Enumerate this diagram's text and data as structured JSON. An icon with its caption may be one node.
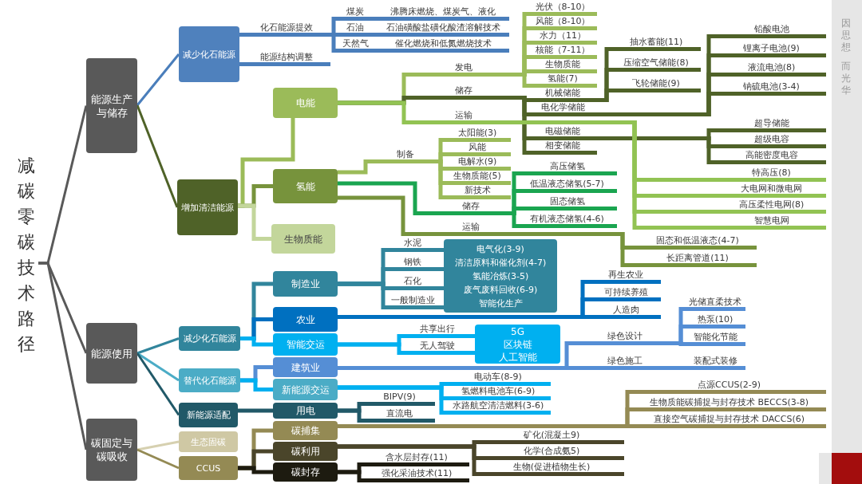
{
  "diagram": {
    "nodes": [
      {
        "text": [
          "减碳零碳技术路径"
        ]
      },
      {
        "text": [
          "能源生产与储存"
        ]
      },
      {
        "text": [
          "减少化石能源"
        ]
      },
      {
        "text": [
          "化石能源提效"
        ]
      },
      {
        "text": [
          "煤炭"
        ]
      },
      {
        "text": [
          "沸腾床燃烧、煤炭气、液化"
        ]
      },
      {
        "text": [
          "石油"
        ]
      },
      {
        "text": [
          "石油磺酸盐磺化酸渣溶解技术"
        ]
      },
      {
        "text": [
          "天然气"
        ]
      },
      {
        "text": [
          "催化燃烧和低氮燃烧技术"
        ]
      },
      {
        "text": [
          "能源结构调整"
        ]
      },
      {
        "text": [
          "增加清洁能源"
        ]
      },
      {
        "text": [
          "电能"
        ]
      },
      {
        "text": [
          "发电"
        ]
      },
      {
        "text": [
          "光伏（8-10）"
        ]
      },
      {
        "text": [
          "风能（8-10）"
        ]
      },
      {
        "text": [
          "水力（11）"
        ]
      },
      {
        "text": [
          "核能（7-11）"
        ]
      },
      {
        "text": [
          "生物质能"
        ]
      },
      {
        "text": [
          "氢能(7)"
        ]
      },
      {
        "text": [
          "储存"
        ]
      },
      {
        "text": [
          "机械储能"
        ]
      },
      {
        "text": [
          "抽水蓄能(11)"
        ]
      },
      {
        "text": [
          "压缩空气储能(8)"
        ]
      },
      {
        "text": [
          "飞轮储能(9)"
        ]
      },
      {
        "text": [
          "电化学储能"
        ]
      },
      {
        "text": [
          "铅酸电池"
        ]
      },
      {
        "text": [
          "锂离子电池(9)"
        ]
      },
      {
        "text": [
          "液流电池(8)"
        ]
      },
      {
        "text": [
          "钠硫电池(3-4)"
        ]
      },
      {
        "text": [
          "电磁储能"
        ]
      },
      {
        "text": [
          "超导储能"
        ]
      },
      {
        "text": [
          "超级电容"
        ]
      },
      {
        "text": [
          "高能密度电容"
        ]
      },
      {
        "text": [
          "相变储能"
        ]
      },
      {
        "text": [
          "运输"
        ]
      },
      {
        "text": [
          "特高压(8)"
        ]
      },
      {
        "text": [
          "大电网和微电网"
        ]
      },
      {
        "text": [
          "高压柔性电网(8)"
        ]
      },
      {
        "text": [
          "智慧电网"
        ]
      },
      {
        "text": [
          "氢能"
        ]
      },
      {
        "text": [
          "制备"
        ]
      },
      {
        "text": [
          "太阳能(3)"
        ]
      },
      {
        "text": [
          "风能"
        ]
      },
      {
        "text": [
          "电解水(9)"
        ]
      },
      {
        "text": [
          "生物质能(5)"
        ]
      },
      {
        "text": [
          "新技术"
        ]
      },
      {
        "text": [
          "储存"
        ]
      },
      {
        "text": [
          "高压储氢"
        ]
      },
      {
        "text": [
          "低温液态储氢(5-7)"
        ]
      },
      {
        "text": [
          "固态储氢"
        ]
      },
      {
        "text": [
          "有机液态储氢(4-6)"
        ]
      },
      {
        "text": [
          "运输"
        ]
      },
      {
        "text": [
          "固态和低温液态(4-7)"
        ]
      },
      {
        "text": [
          "长距离管道(11)"
        ]
      },
      {
        "text": [
          "生物质能"
        ]
      },
      {
        "text": [
          "能源使用"
        ]
      },
      {
        "text": [
          "减少化石能源"
        ]
      },
      {
        "text": [
          "制造业"
        ]
      },
      {
        "text": [
          "水泥"
        ]
      },
      {
        "text": [
          "钢铁"
        ]
      },
      {
        "text": [
          "石化"
        ]
      },
      {
        "text": [
          "一般制造业"
        ]
      },
      {
        "text": [
          "电气化(3-9)",
          "清洁原料和催化剂(4-7)",
          "氢能冶炼(3-5)",
          "废气废料回收(6-9)",
          "智能化生产"
        ]
      },
      {
        "text": [
          "农业"
        ]
      },
      {
        "text": [
          "再生农业"
        ]
      },
      {
        "text": [
          "可持续养殖"
        ]
      },
      {
        "text": [
          "人造肉"
        ]
      },
      {
        "text": [
          "智能交运"
        ]
      },
      {
        "text": [
          "共享出行"
        ]
      },
      {
        "text": [
          "无人驾驶"
        ]
      },
      {
        "text": [
          "5G",
          "区块链",
          "人工智能"
        ]
      },
      {
        "text": [
          "替代化石能源"
        ]
      },
      {
        "text": [
          "建筑业"
        ]
      },
      {
        "text": [
          "绿色设计"
        ]
      },
      {
        "text": [
          "光储直柔技术"
        ]
      },
      {
        "text": [
          "热泵(10)"
        ]
      },
      {
        "text": [
          "智能化节能"
        ]
      },
      {
        "text": [
          "绿色施工"
        ]
      },
      {
        "text": [
          "装配式装修"
        ]
      },
      {
        "text": [
          "新能源交运"
        ]
      },
      {
        "text": [
          "电动车(8-9)"
        ]
      },
      {
        "text": [
          "氢燃料电池车(6-9)"
        ]
      },
      {
        "text": [
          "水路航空清洁燃料(3-6)"
        ]
      },
      {
        "text": [
          "新能源适配"
        ]
      },
      {
        "text": [
          "用电"
        ]
      },
      {
        "text": [
          "BIPV(9)"
        ]
      },
      {
        "text": [
          "直流电"
        ]
      },
      {
        "text": [
          "碳固定与碳吸收"
        ]
      },
      {
        "text": [
          "生态固碳"
        ]
      },
      {
        "text": [
          "CCUS"
        ]
      },
      {
        "text": [
          "碳捕集"
        ]
      },
      {
        "text": [
          "点源CCUS(2-9)"
        ]
      },
      {
        "text": [
          "生物质能碳捕捉与封存技术 BECCS(3-8)"
        ]
      },
      {
        "text": [
          "直接空气碳捕捉与封存技术 DACCS(6)"
        ]
      },
      {
        "text": [
          "碳利用"
        ]
      },
      {
        "text": [
          "矿化(混凝土9)"
        ]
      },
      {
        "text": [
          "化学(合成氨5)"
        ]
      },
      {
        "text": [
          "生物(促进植物生长)"
        ]
      },
      {
        "text": [
          "碳封存"
        ]
      },
      {
        "text": [
          "含水层封存(11)"
        ]
      },
      {
        "text": [
          "强化采油技术(11)"
        ]
      }
    ],
    "edges": [
      {
        "from": 0,
        "to": 1,
        "arrow": "none",
        "color": "#595959"
      },
      {
        "from": 0,
        "to": 56,
        "arrow": "none",
        "color": "#595959"
      },
      {
        "from": 0,
        "to": 88,
        "arrow": "none",
        "color": "#595959"
      },
      {
        "from": 1,
        "to": 2,
        "arrow": "none",
        "color": "#4a7ebb"
      },
      {
        "from": 1,
        "to": 11,
        "arrow": "none"
      },
      {
        "from": 2,
        "to": 3,
        "arrow": "none",
        "color": "#4a7ebb"
      },
      {
        "from": 2,
        "to": 10,
        "arrow": "none",
        "color": "#4a7ebb"
      },
      {
        "from": 3,
        "to": 4,
        "arrow": "none",
        "color": "#4a7ebb"
      },
      {
        "from": 3,
        "to": 6,
        "arrow": "none",
        "color": "#4a7ebb"
      },
      {
        "from": 3,
        "to": 8,
        "arrow": "none",
        "color": "#4a7ebb"
      },
      {
        "from": 4,
        "to": 5,
        "arrow": "none",
        "color": "#4a7ebb"
      },
      {
        "from": 6,
        "to": 7,
        "arrow": "none",
        "color": "#4a7ebb"
      },
      {
        "from": 8,
        "to": 9,
        "arrow": "none",
        "color": "#4a7ebb"
      },
      {
        "from": 11,
        "to": 12,
        "arrow": "none",
        "color": "#9bbb59"
      },
      {
        "from": 11,
        "to": 40,
        "arrow": "none",
        "color": "#77933c"
      },
      {
        "from": 11,
        "to": 55,
        "arrow": "none",
        "color": "#c3d69b"
      },
      {
        "from": 12,
        "to": 13,
        "arrow": "none",
        "color": "#9bbb59"
      },
      {
        "from": 12,
        "to": 20,
        "arrow": "none"
      },
      {
        "from": 12,
        "to": 35,
        "arrow": "none",
        "color": "#92c353"
      },
      {
        "from": 13,
        "to": 14,
        "arrow": "none",
        "color": "#9bbb59"
      },
      {
        "from": 13,
        "to": 15,
        "arrow": "none",
        "color": "#9bbb59"
      },
      {
        "from": 13,
        "to": 16,
        "arrow": "none",
        "color": "#9bbb59"
      },
      {
        "from": 13,
        "to": 17,
        "arrow": "none",
        "color": "#9bbb59"
      },
      {
        "from": 13,
        "to": 18,
        "arrow": "none",
        "color": "#9bbb59"
      },
      {
        "from": 13,
        "to": 19,
        "arrow": "none",
        "color": "#9bbb59"
      },
      {
        "from": 20,
        "to": 21,
        "arrow": "none"
      },
      {
        "from": 20,
        "to": 25,
        "arrow": "none"
      },
      {
        "from": 20,
        "to": 30,
        "arrow": "none"
      },
      {
        "from": 20,
        "to": 34,
        "arrow": "none"
      },
      {
        "from": 21,
        "to": 22,
        "arrow": "none"
      },
      {
        "from": 21,
        "to": 23,
        "arrow": "none"
      },
      {
        "from": 21,
        "to": 24,
        "arrow": "none"
      },
      {
        "from": 25,
        "to": 26,
        "arrow": "none"
      },
      {
        "from": 25,
        "to": 27,
        "arrow": "none"
      },
      {
        "from": 25,
        "to": 28,
        "arrow": "none"
      },
      {
        "from": 25,
        "to": 29,
        "arrow": "none"
      },
      {
        "from": 30,
        "to": 31,
        "arrow": "none"
      },
      {
        "from": 30,
        "to": 32,
        "arrow": "none"
      },
      {
        "from": 30,
        "to": 33,
        "arrow": "none"
      },
      {
        "from": 35,
        "to": 36,
        "arrow": "none",
        "color": "#92c353"
      },
      {
        "from": 35,
        "to": 37,
        "arrow": "none",
        "color": "#92c353"
      },
      {
        "from": 35,
        "to": 38,
        "arrow": "none",
        "color": "#92c353"
      },
      {
        "from": 35,
        "to": 39,
        "arrow": "none",
        "color": "#92c353"
      },
      {
        "from": 40,
        "to": 41,
        "arrow": "none",
        "color": "#9bbb59"
      },
      {
        "from": 40,
        "to": 47,
        "arrow": "none",
        "color": "#1aa550"
      },
      {
        "from": 40,
        "to": 52,
        "arrow": "none",
        "color": "#77933c"
      },
      {
        "from": 41,
        "to": 42,
        "arrow": "none",
        "color": "#9bbb59"
      },
      {
        "from": 41,
        "to": 43,
        "arrow": "none",
        "color": "#9bbb59"
      },
      {
        "from": 41,
        "to": 44,
        "arrow": "none",
        "color": "#9bbb59"
      },
      {
        "from": 41,
        "to": 45,
        "arrow": "none",
        "color": "#9bbb59"
      },
      {
        "from": 41,
        "to": 46,
        "arrow": "none",
        "color": "#9bbb59"
      },
      {
        "from": 47,
        "to": 48,
        "arrow": "none",
        "color": "#1aa550"
      },
      {
        "from": 47,
        "to": 49,
        "arrow": "none",
        "color": "#1aa550"
      },
      {
        "from": 47,
        "to": 50,
        "arrow": "none",
        "color": "#1aa550"
      },
      {
        "from": 47,
        "to": 51,
        "arrow": "none",
        "color": "#1aa550"
      },
      {
        "from": 52,
        "to": 53,
        "arrow": "none",
        "color": "#77933c"
      },
      {
        "from": 52,
        "to": 54,
        "arrow": "none",
        "color": "#77933c"
      },
      {
        "from": 56,
        "to": 57,
        "arrow": "none",
        "color": "#31859c"
      },
      {
        "from": 56,
        "to": 72,
        "arrow": "none",
        "color": "#4bacc6"
      },
      {
        "from": 56,
        "to": 84,
        "arrow": "none",
        "color": "#215968"
      },
      {
        "from": 57,
        "to": 58,
        "arrow": "none",
        "color": "#31859c"
      },
      {
        "from": 57,
        "to": 64,
        "arrow": "none",
        "color": "#0070c0"
      },
      {
        "from": 57,
        "to": 68,
        "arrow": "none",
        "color": "#00b0f0"
      },
      {
        "from": 58,
        "to": 59,
        "arrow": "none",
        "color": "#31859c"
      },
      {
        "from": 58,
        "to": 60,
        "arrow": "none",
        "color": "#31859c"
      },
      {
        "from": 58,
        "to": 61,
        "arrow": "none",
        "color": "#31859c"
      },
      {
        "from": 58,
        "to": 62,
        "arrow": "none",
        "color": "#31859c"
      },
      {
        "from": 59,
        "to": 63,
        "arrow": "none",
        "color": "#31859c"
      },
      {
        "from": 60,
        "to": 63,
        "arrow": "none",
        "color": "#31859c"
      },
      {
        "from": 61,
        "to": 63,
        "arrow": "none",
        "color": "#31859c"
      },
      {
        "from": 62,
        "to": 63,
        "arrow": "none",
        "color": "#31859c"
      },
      {
        "from": 64,
        "to": 65,
        "arrow": "none",
        "color": "#0070c0"
      },
      {
        "from": 64,
        "to": 66,
        "arrow": "none",
        "color": "#0070c0"
      },
      {
        "from": 64,
        "to": 67,
        "arrow": "none",
        "color": "#0070c0"
      },
      {
        "from": 68,
        "to": 69,
        "arrow": "none",
        "color": "#00b0f0"
      },
      {
        "from": 68,
        "to": 70,
        "arrow": "none",
        "color": "#00b0f0"
      },
      {
        "from": 69,
        "to": 71,
        "arrow": "none",
        "color": "#00b0f0"
      },
      {
        "from": 70,
        "to": 71,
        "arrow": "none",
        "color": "#00b0f0"
      },
      {
        "from": 72,
        "to": 73,
        "arrow": "none",
        "color": "#558ed5"
      },
      {
        "from": 72,
        "to": 80,
        "arrow": "none",
        "color": "#00b0f0"
      },
      {
        "from": 73,
        "to": 74,
        "arrow": "none",
        "color": "#558ed5"
      },
      {
        "from": 73,
        "to": 78,
        "arrow": "none",
        "color": "#558ed5"
      },
      {
        "from": 74,
        "to": 75,
        "arrow": "none",
        "color": "#558ed5"
      },
      {
        "from": 74,
        "to": 76,
        "arrow": "none",
        "color": "#558ed5"
      },
      {
        "from": 74,
        "to": 77,
        "arrow": "none",
        "color": "#558ed5"
      },
      {
        "from": 78,
        "to": 79,
        "arrow": "none",
        "color": "#558ed5"
      },
      {
        "from": 80,
        "to": 81,
        "arrow": "none",
        "color": "#00b0f0"
      },
      {
        "from": 80,
        "to": 82,
        "arrow": "none",
        "color": "#00b0f0"
      },
      {
        "from": 80,
        "to": 83,
        "arrow": "none",
        "color": "#00b0f0"
      },
      {
        "from": 84,
        "to": 85,
        "arrow": "none",
        "color": "#215968"
      },
      {
        "from": 85,
        "to": 86,
        "arrow": "none",
        "color": "#215968"
      },
      {
        "from": 85,
        "to": 87,
        "arrow": "none",
        "color": "#215968"
      },
      {
        "from": 88,
        "to": 89,
        "arrow": "none",
        "color": "#d6d0b0"
      },
      {
        "from": 88,
        "to": 90,
        "arrow": "none",
        "color": "#948a54"
      },
      {
        "from": 90,
        "to": 91,
        "arrow": "none",
        "color": "#948a54"
      },
      {
        "from": 90,
        "to": 95,
        "arrow": "none",
        "color": "#4a452a"
      },
      {
        "from": 90,
        "to": 99,
        "arrow": "none",
        "color": "#1d1b10"
      },
      {
        "from": 91,
        "to": 92,
        "arrow": "none",
        "color": "#948a54"
      },
      {
        "from": 91,
        "to": 93,
        "arrow": "none",
        "color": "#948a54"
      },
      {
        "from": 91,
        "to": 94,
        "arrow": "none",
        "color": "#948a54"
      },
      {
        "from": 95,
        "to": 96,
        "arrow": "none",
        "color": "#4a452a"
      },
      {
        "from": 95,
        "to": 97,
        "arrow": "none",
        "color": "#4a452a"
      },
      {
        "from": 95,
        "to": 98,
        "arrow": "none",
        "color": "#4a452a"
      },
      {
        "from": 99,
        "to": 100,
        "arrow": "none",
        "color": "#1d1b10"
      },
      {
        "from": 99,
        "to": 101,
        "arrow": "none",
        "color": "#1d1b10"
      }
    ],
    "labels": [
      "因思想",
      "而光华"
    ]
  }
}
